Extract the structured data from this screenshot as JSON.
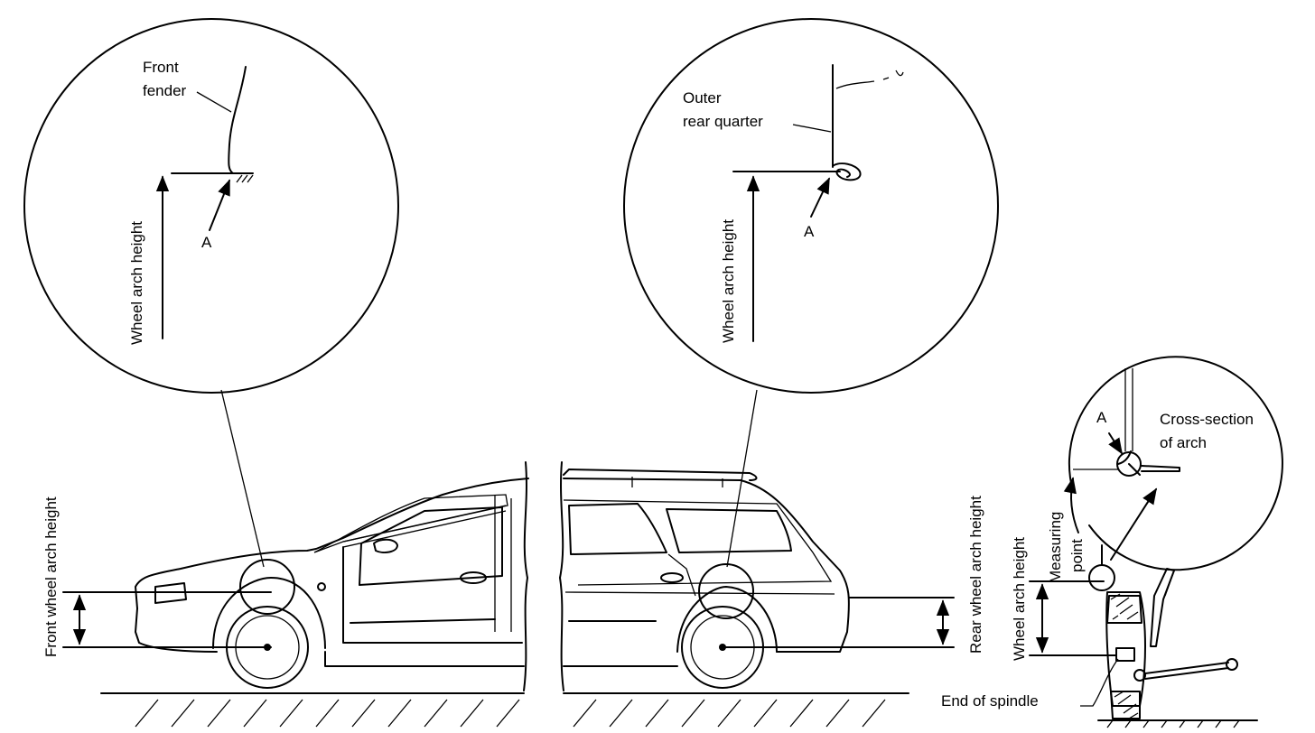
{
  "labels": {
    "front_fender": [
      "Front",
      "fender"
    ],
    "point_a": "A",
    "wheel_arch_height": "Wheel arch height",
    "outer_rear_quarter": [
      "Outer",
      "rear quarter"
    ],
    "front_wheel_arch_height": "Front wheel arch height",
    "rear_wheel_arch_height": "Rear wheel arch height",
    "cross_section_of_arch": [
      "Cross-section",
      "of arch"
    ],
    "measuring_point": [
      "Measuring",
      "point"
    ],
    "end_of_spindle": "End of spindle"
  }
}
